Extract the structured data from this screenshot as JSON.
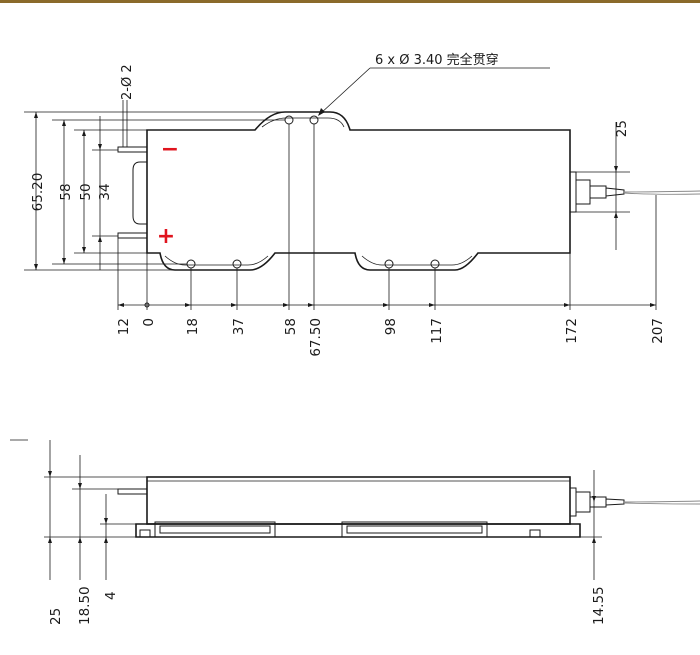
{
  "colors": {
    "top_rule": "#8a6a2a",
    "line": "#1a1a1a",
    "polarity": "#e0141e"
  },
  "annotations": {
    "hole_callout": "6 x Ø 3.40 完全贯穿",
    "pin_spec": "2-Ø 2",
    "negative": "−",
    "positive": "+"
  },
  "top_view": {
    "horizontal_dims": [
      "12",
      "0",
      "18",
      "37",
      "58",
      "67.50",
      "98",
      "117",
      "172",
      "207"
    ],
    "vertical_dims": [
      "65.20",
      "58",
      "50",
      "34"
    ],
    "fiber_dim": "25"
  },
  "side_view": {
    "vertical_dims": [
      "25",
      "18.50",
      "4"
    ],
    "fiber_height": "14.55"
  }
}
